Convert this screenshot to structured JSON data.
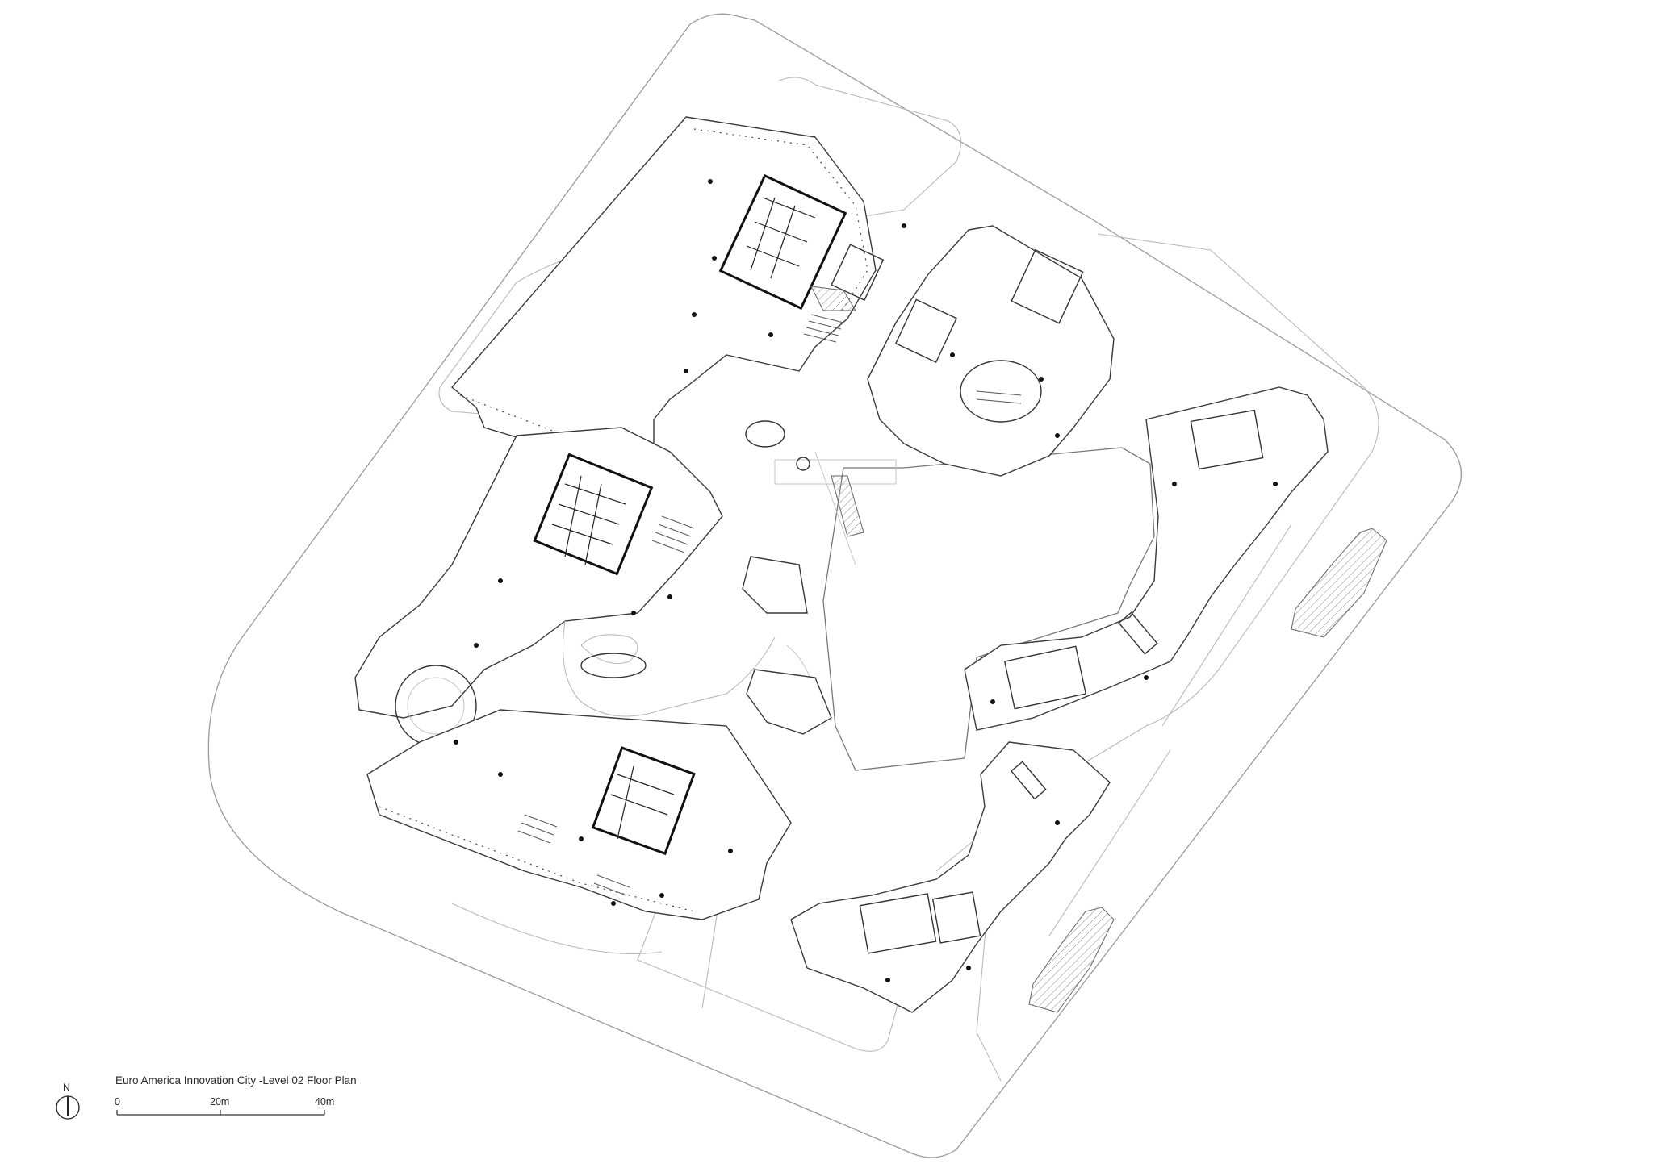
{
  "title": "Euro America Innovation City  -Level 02 Floor Plan",
  "north_label": "N",
  "scale_bar": {
    "unit": "m",
    "ticks": [
      {
        "label": "0",
        "value": 0
      },
      {
        "label": "20m",
        "value": 20
      },
      {
        "label": "40m",
        "value": 40
      }
    ]
  },
  "icons": {
    "north_arrow": "north-arrow-icon"
  },
  "colors": {
    "linework": "#111111",
    "background": "#ffffff"
  }
}
